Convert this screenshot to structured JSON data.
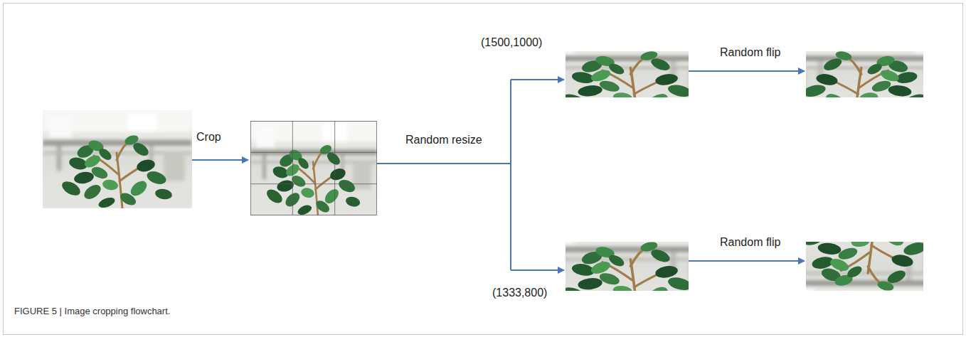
{
  "diagram": {
    "caption": "FIGURE 5 | Image cropping flowchart.",
    "labels": [
      "Crop",
      "Random resize",
      "(1500,1000)",
      "Random flip",
      "(1333,800)",
      "Random flip"
    ]
  }
}
